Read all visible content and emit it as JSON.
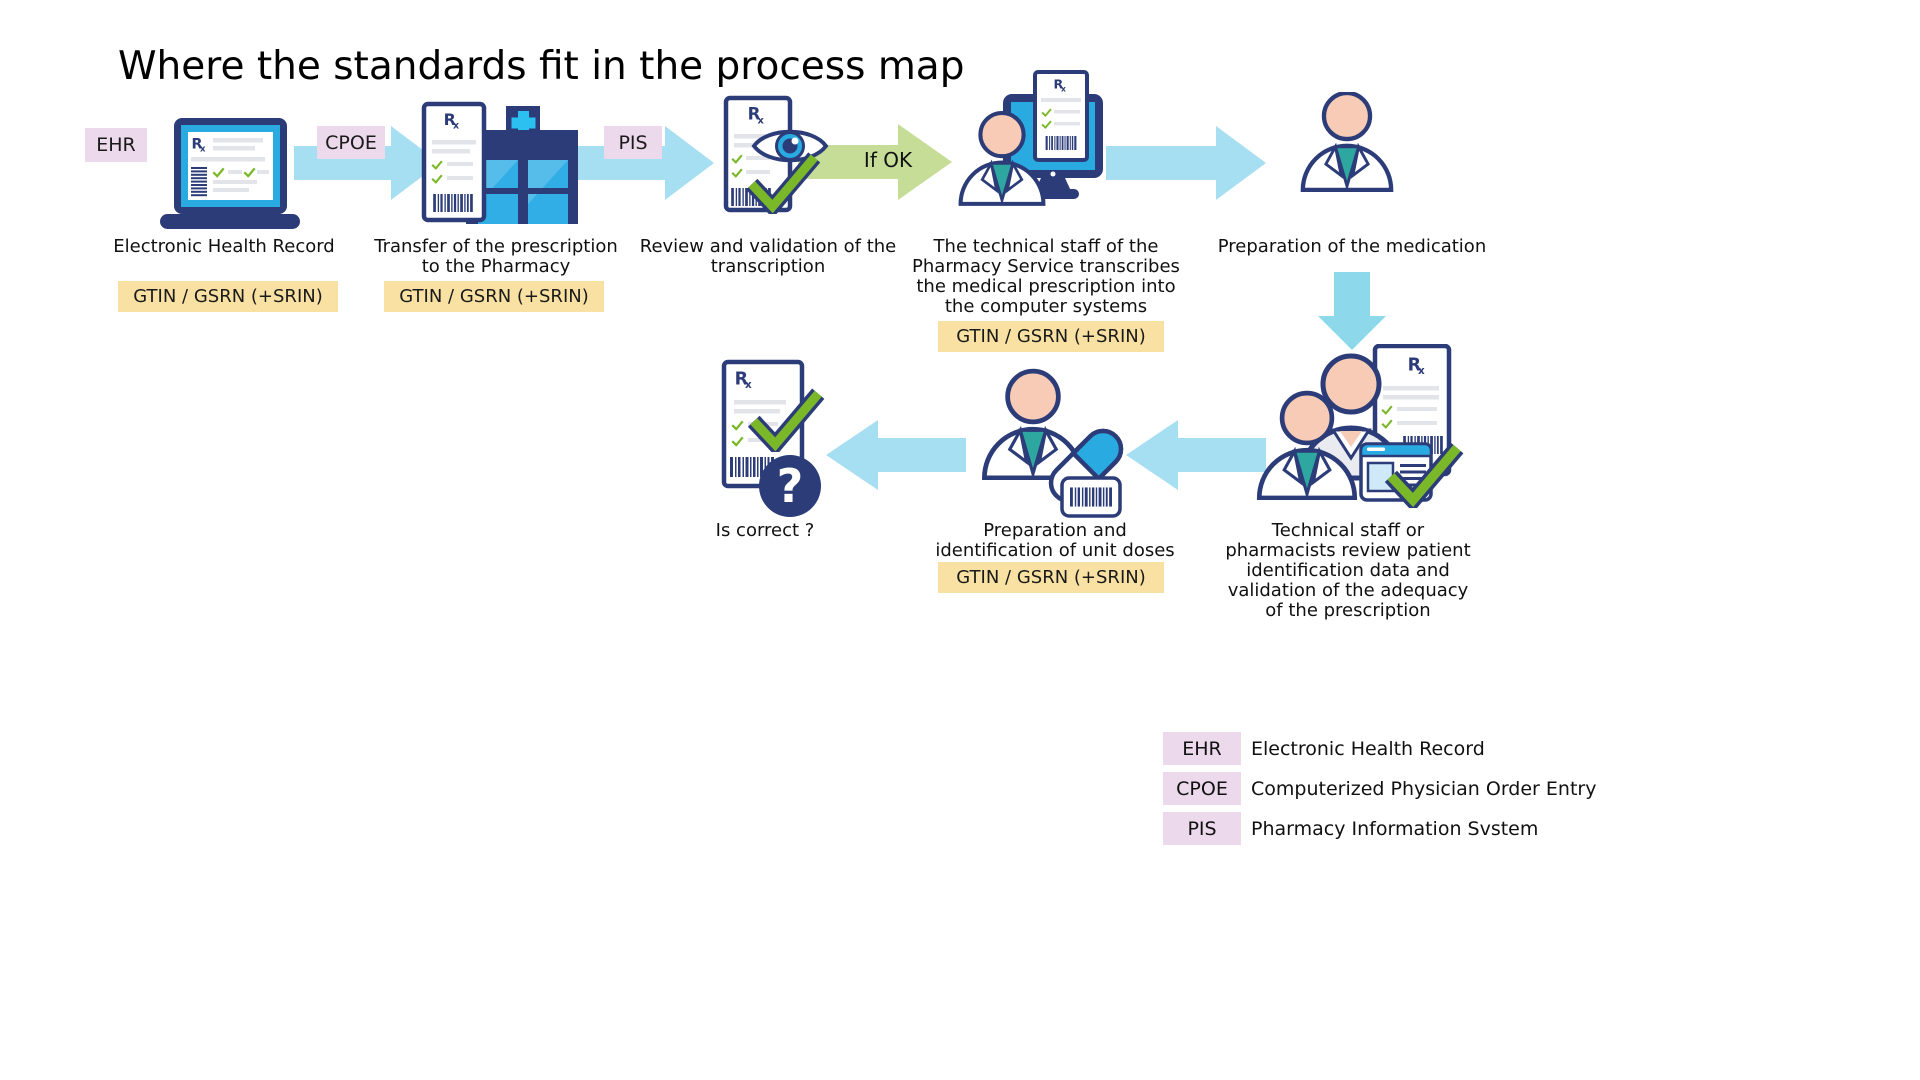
{
  "title": "Where the standards fit in the process map",
  "system_badges": {
    "ehr": "EHR",
    "cpoe": "CPOE",
    "pis": "PIS"
  },
  "flow": {
    "if_ok_label": "If OK"
  },
  "gtin_badge_label": "GTIN / GSRN (+SRIN)",
  "steps": [
    {
      "label": "Electronic Health Record"
    },
    {
      "label": "Transfer of the prescription\nto the Pharmacy"
    },
    {
      "label": "Review and validation of the\ntranscription"
    },
    {
      "label": "The technical staff of the\nPharmacy Service transcribes\nthe medical prescription into\nthe computer systems"
    },
    {
      "label": "Preparation of the medication"
    },
    {
      "label": "Technical staff or\npharmacists review patient\nidentification data and\nvalidation of the adequacy\nof the prescription"
    },
    {
      "label": "Preparation and\nidentification of unit doses"
    },
    {
      "label": "Is correct ?"
    }
  ],
  "legend": {
    "items": [
      {
        "abbr": "EHR",
        "name": "Electronic Health Record"
      },
      {
        "abbr": "CPOE",
        "name": "Computerized Physician Order Entry"
      },
      {
        "abbr": "PIS",
        "name": "Pharmacy Information Svstem"
      }
    ]
  },
  "colors": {
    "badge_pink": "#ecd9eb",
    "badge_yellow": "#f8e1a2",
    "arrow_blue": "#a6def2",
    "arrow_down_blue": "#8ed8ec",
    "arrow_green": "#c6dd97",
    "navy": "#2c3c78",
    "cyan": "#29abe2",
    "teal": "#2ea7a0",
    "peach": "#f7cbb5",
    "check_green": "#7ab829"
  }
}
